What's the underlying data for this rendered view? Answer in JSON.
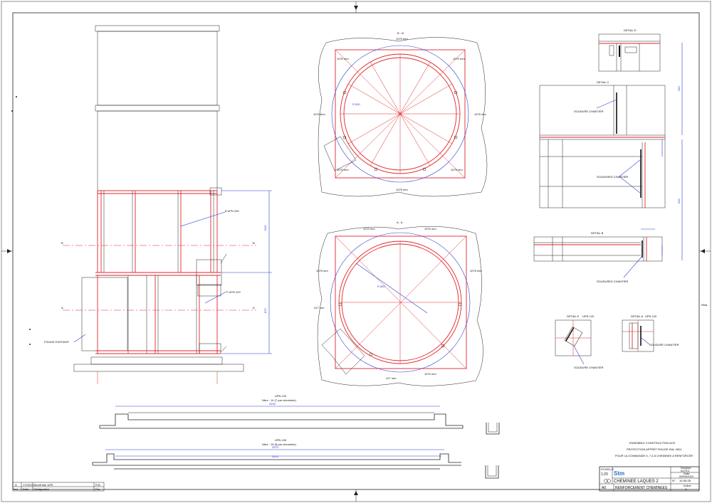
{
  "sections": {
    "bb": "B - B",
    "aa": "A - A",
    "detail_d": "DETAIL D",
    "detail_c": "DETAIL C",
    "detail_b": "DETAIL B",
    "detail_e": "DETAIL E",
    "detail_a": "DETAIL A",
    "upn_e": "UPN 120",
    "upn_a": "UPN 120"
  },
  "elevation": {
    "markers": [
      "B",
      "B",
      "A",
      "A"
    ],
    "upn_top": "8 UPN 100",
    "upn_bottom": "7 UPN 120",
    "fixing": "FIXAGE EXISTANT",
    "dim_upper": "1100",
    "dim_lower": "870"
  },
  "plan_bb": {
    "dims": [
      "1070 mm",
      "1070 mm",
      "1075 mm",
      "1075 mm",
      "1075 mm",
      "1075 mm",
      "1075 mm",
      "1075 mm"
    ],
    "radius": "R 830"
  },
  "plan_aa": {
    "dims": [
      "1070 mm",
      "1070 mm",
      "1075 mm",
      "1075 mm",
      "417 mm",
      "417 mm",
      "1070 mm"
    ],
    "radius": "R 850"
  },
  "details": {
    "soudure": "SOUDURE CHANTIER",
    "soudures": "SOUDURES CHANTIER",
    "dim_250": "250",
    "dim_500": "500"
  },
  "beams": {
    "upn120_title": "UPN 120",
    "upn120_qty": "Nbre : 14 (7 par cheminée)",
    "upn120_len": "2630",
    "upn100_title": "UPN 100",
    "upn100_qty": "Nbre : 16 (8 par cheminée)",
    "upn100_len": "2570",
    "upn100_len2": "2410"
  },
  "notes": {
    "line1": "ENSEMBLE CONSTRUCTION ACE",
    "line2": "PROTECTION APPRET ROUGE RAL 3001",
    "line3": "POUR LA COMMANDE 5, 7 & 8 CHEMINEE A RENFORCER"
  },
  "revision": {
    "indice": "A",
    "date": "17/03/10",
    "desc": "Modif tôle UPE",
    "ind_label": "Ind",
    "date_label": "Date",
    "desc_label": "Désignation",
    "by_label": "Par",
    "by_short": "R.B"
  },
  "title_block": {
    "echelle_label": "ECHELLE",
    "scale": "1:20",
    "logo": "Stm",
    "title": "CHEMINEE LAQUES 2",
    "subtitle": "RENFORCEMENT CHEMINEES",
    "format": "A0",
    "indice_label": "Indice",
    "indice": "A",
    "date_label": "Date",
    "date": "09/04/2010",
    "drawn_label": "Dessiné",
    "drawn": "ALTEC",
    "num_label": "N°",
    "num": "10-08-05"
  },
  "side_note": "Réal."
}
